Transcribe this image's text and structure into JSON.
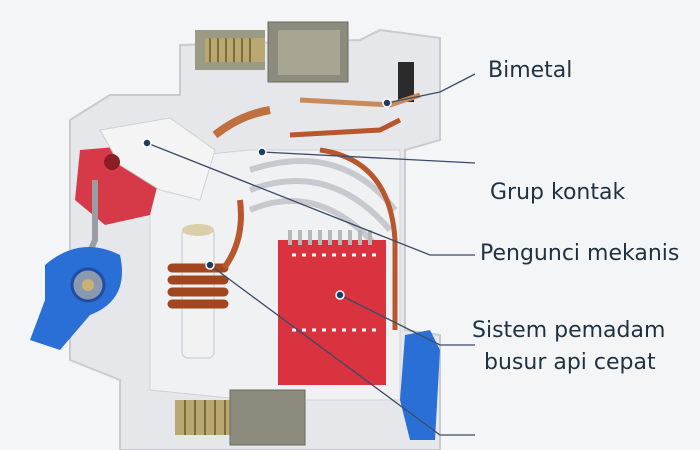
{
  "labels": {
    "bimetal": "Bimetal",
    "contact_group": "Grup kontak",
    "mechanical_lock": "Pengunci mekanis",
    "arc_system_line1": "Sistem pemadam",
    "arc_system_line2": "busur api cepat"
  },
  "colors": {
    "background": "#f4f5f6",
    "label_text": "#1f3242",
    "leader_line": "#3c4a66",
    "arc_chute": "#d8333f",
    "lever_blue": "#2a6fd6",
    "copper": "#b8562e"
  }
}
